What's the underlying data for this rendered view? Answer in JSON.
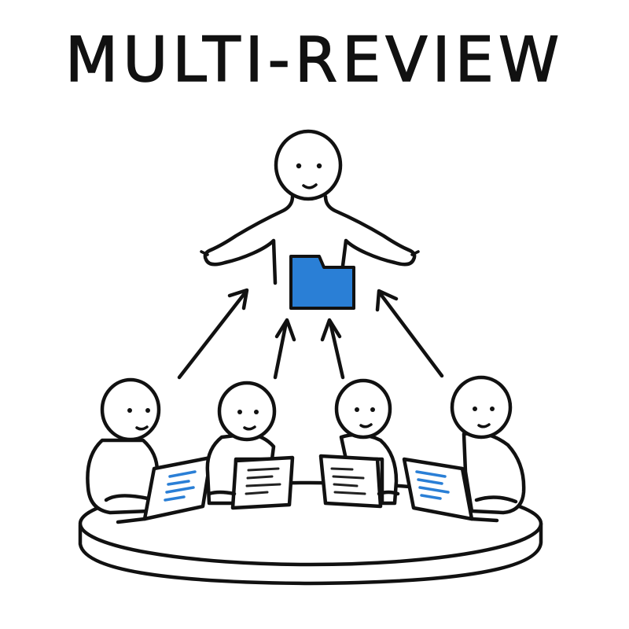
{
  "title": "MULTI-REVIEW",
  "colors": {
    "ink": "#111111",
    "accent_blue": "#2a7fd6",
    "background": "#ffffff"
  },
  "illustration": {
    "lead": {
      "icon": "folder-icon"
    },
    "reviewers": [
      {
        "device": "laptop",
        "screen": "blue-lines"
      },
      {
        "device": "paper",
        "screen": "dark-lines"
      },
      {
        "device": "paper",
        "screen": "dark-lines"
      },
      {
        "device": "laptop",
        "screen": "blue-lines"
      }
    ]
  }
}
